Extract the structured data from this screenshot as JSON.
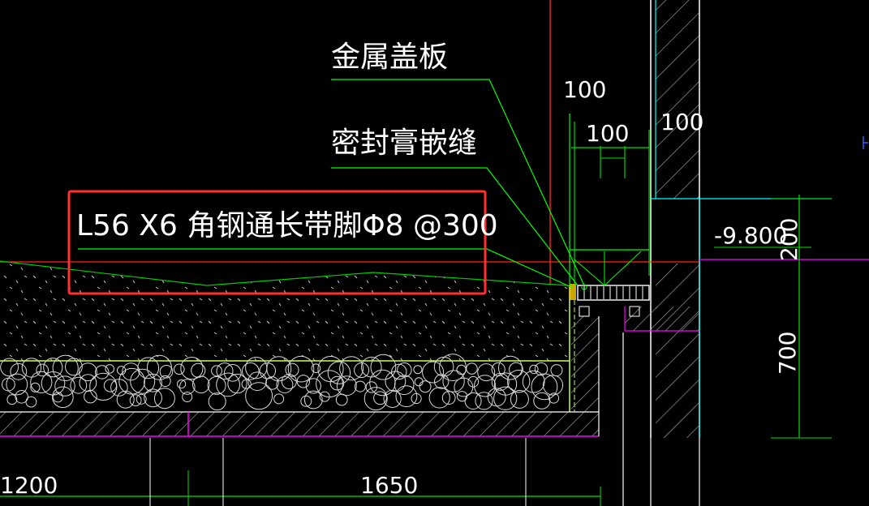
{
  "annotations": {
    "metal_cover": "金属盖板",
    "sealant_joint": "密封膏嵌缝",
    "angle_steel": "L56 X6 角钢通长带脚Φ8 @300"
  },
  "dimensions": {
    "d100_top": "100",
    "d100_mid": "100",
    "d100_right": "100",
    "elevation": "-9.800",
    "d200": "200",
    "d700": "700",
    "d1200": "1200",
    "d1650": "1650"
  },
  "colors": {
    "background": "#000000",
    "wall_red": "#ff2020",
    "highlight_box": "#ff3030",
    "leader_green": "#00ff00",
    "dim_green": "#00e000",
    "magenta": "#ff00ff",
    "cyan": "#00ffff",
    "white": "#ffffff",
    "gray": "#9a9a9a",
    "yellow_green": "#c8ff4c"
  }
}
